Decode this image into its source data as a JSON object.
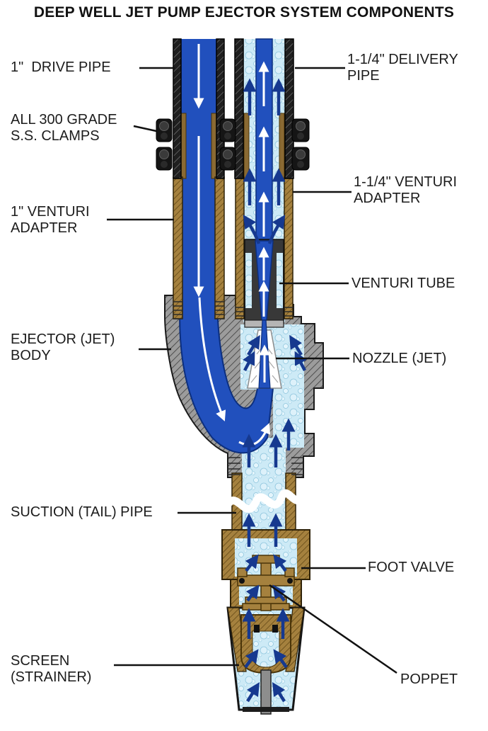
{
  "title": "DEEP WELL JET PUMP EJECTOR SYSTEM COMPONENTS",
  "left_labels": {
    "drive_pipe": "1\"  DRIVE PIPE",
    "clamps": "ALL 300 GRADE\nS.S. CLAMPS",
    "venturi_adapter_1in": "1\" VENTURI\nADAPTER",
    "ejector_body": "EJECTOR (JET)\nBODY",
    "suction_pipe": "SUCTION (TAIL) PIPE",
    "screen": "SCREEN\n(STRAINER)"
  },
  "right_labels": {
    "delivery_pipe": "1-1/4\" DELIVERY\nPIPE",
    "venturi_adapter_114in": "1-1/4\" VENTURI\nADAPTER",
    "venturi_tube": "VENTURI TUBE",
    "nozzle": "NOZZLE (JET)",
    "foot_valve": "FOOT VALVE",
    "poppet": "POPPET"
  },
  "colors": {
    "drive_water": "#2150bd",
    "suction_water": "#cdeaf6",
    "flow_arrow_navy": "#16398f",
    "flow_arrow_white": "#ffffff",
    "brass": "#a5813e",
    "steel_gray": "#9c9c9c",
    "hose_black": "#1f1f1f",
    "label_text": "#1c1c1c"
  }
}
